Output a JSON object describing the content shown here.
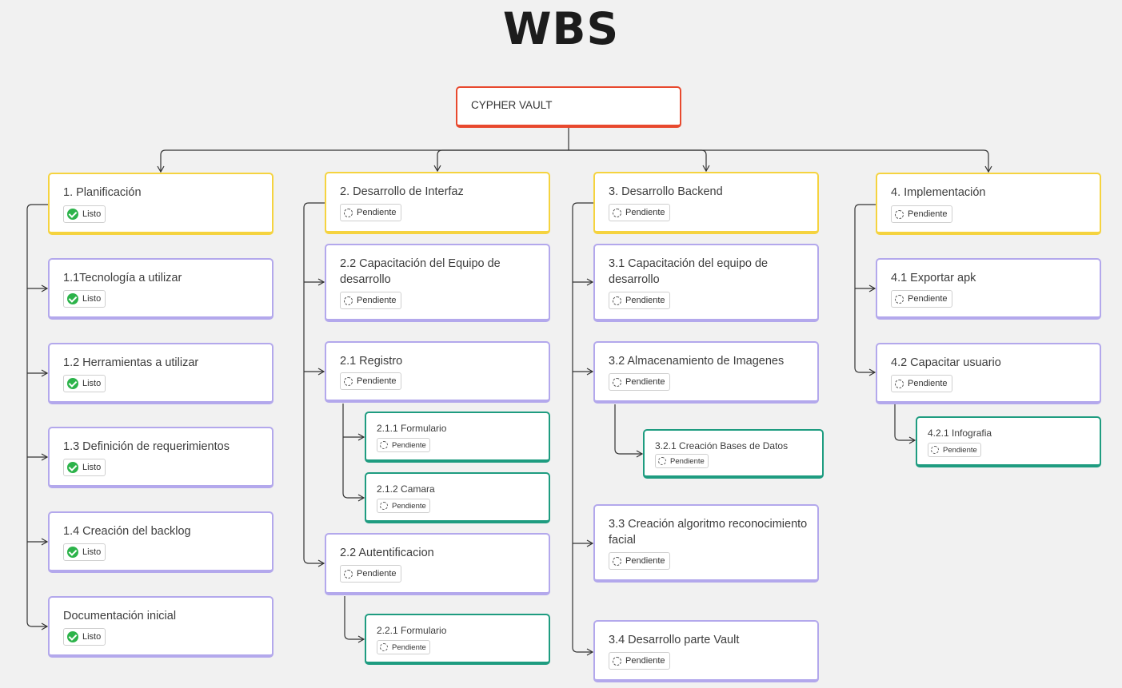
{
  "title": "WBS",
  "root": {
    "label": "CYPHER VAULT"
  },
  "status_labels": {
    "done": "Listo",
    "pending": "Pendiente"
  },
  "branches": [
    {
      "label": "1. Planificación",
      "status": "Listo",
      "children": [
        {
          "label": "1.1Tecnología a utilizar",
          "status": "Listo"
        },
        {
          "label": "1.2 Herramientas a utilizar",
          "status": "Listo"
        },
        {
          "label": "1.3 Definición de requerimientos",
          "status": "Listo"
        },
        {
          "label": "1.4 Creación del backlog",
          "status": "Listo"
        },
        {
          "label": "Documentación inicial",
          "status": "Listo"
        }
      ]
    },
    {
      "label": "2. Desarrollo de Interfaz",
      "status": "Pendiente",
      "children": [
        {
          "label": "2.2 Capacitación del Equipo de desarrollo",
          "status": "Pendiente"
        },
        {
          "label": "2.1 Registro",
          "status": "Pendiente",
          "children": [
            {
              "label": "2.1.1 Formulario",
              "status": "Pendiente"
            },
            {
              "label": "2.1.2 Camara",
              "status": "Pendiente"
            }
          ]
        },
        {
          "label": "2.2 Autentificacion",
          "status": "Pendiente",
          "children": [
            {
              "label": "2.2.1 Formulario",
              "status": "Pendiente"
            }
          ]
        }
      ]
    },
    {
      "label": "3. Desarrollo Backend",
      "status": "Pendiente",
      "children": [
        {
          "label": "3.1 Capacitación del equipo de desarrollo",
          "status": "Pendiente"
        },
        {
          "label": "3.2 Almacenamiento de Imagenes",
          "status": "Pendiente",
          "children": [
            {
              "label": "3.2.1 Creación Bases de Datos",
              "status": "Pendiente"
            }
          ]
        },
        {
          "label": "3.3 Creación algoritmo reconocimiento facial",
          "status": "Pendiente"
        },
        {
          "label": "3.4 Desarrollo parte Vault",
          "status": "Pendiente"
        }
      ]
    },
    {
      "label": "4. Implementación",
      "status": "Pendiente",
      "children": [
        {
          "label": "4.1 Exportar apk",
          "status": "Pendiente"
        },
        {
          "label": "4.2 Capacitar usuario",
          "status": "Pendiente",
          "children": [
            {
              "label": "4.2.1 Infografia",
              "status": "Pendiente"
            }
          ]
        }
      ]
    }
  ]
}
